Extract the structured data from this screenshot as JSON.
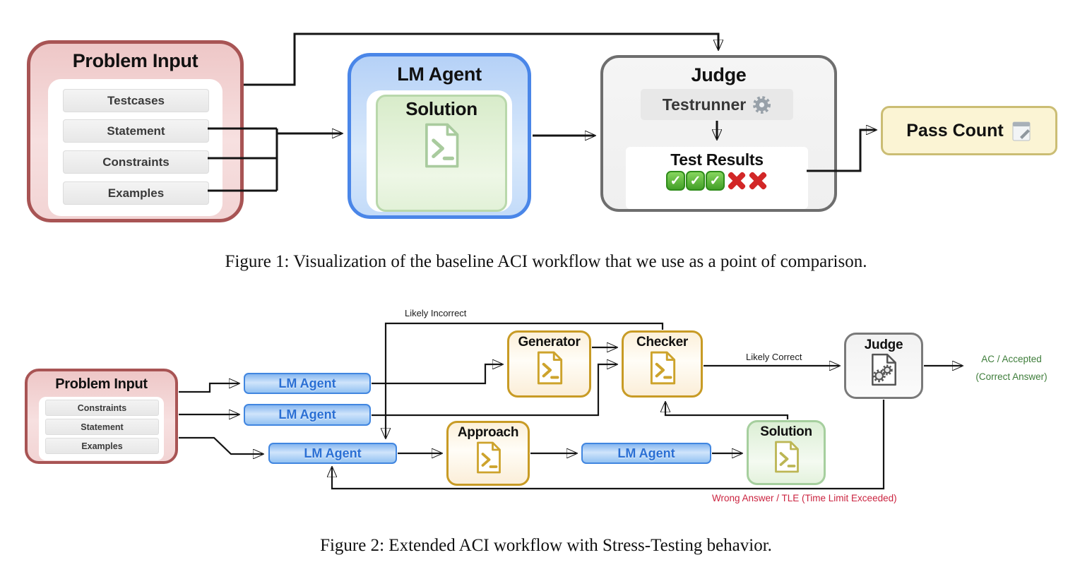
{
  "figure1": {
    "caption": "Figure 1: Visualization of the baseline ACI workflow that we use as a point of comparison.",
    "problem_input": {
      "title": "Problem Input",
      "items": [
        "Testcases",
        "Statement",
        "Constraints",
        "Examples"
      ]
    },
    "lm_agent": {
      "title": "LM Agent",
      "artifact": "Solution"
    },
    "judge": {
      "title": "Judge",
      "testrunner": "Testrunner",
      "test_results": "Test Results",
      "results": [
        "pass",
        "pass",
        "pass",
        "fail",
        "fail"
      ]
    },
    "pass_count": {
      "label": "Pass Count"
    }
  },
  "figure2": {
    "caption": "Figure 2: Extended ACI workflow with Stress-Testing behavior.",
    "problem_input": {
      "title": "Problem Input",
      "items": [
        "Constraints",
        "Statement",
        "Examples"
      ]
    },
    "lm_agent_label": "LM Agent",
    "generator": {
      "title": "Generator"
    },
    "checker": {
      "title": "Checker"
    },
    "approach": {
      "title": "Approach"
    },
    "solution": {
      "title": "Solution"
    },
    "judge": {
      "title": "Judge"
    },
    "labels": {
      "likely_incorrect": "Likely Incorrect",
      "likely_correct": "Likely Correct",
      "ac_accepted": "AC / Accepted",
      "correct_answer": "(Correct Answer)",
      "wrong_answer_tle": "Wrong Answer / TLE (Time Limit Exceeded)"
    }
  },
  "colors": {
    "problem_border": "#a85454",
    "lm_agent_border": "#4a86e8",
    "gold_border": "#c89b25",
    "green_border": "#a6cf9e",
    "judge_border": "#6e6e6e",
    "pass_green": "#43a028",
    "fail_red": "#d22727",
    "label_green": "#3e7d3a",
    "label_red": "#cb2440",
    "pass_count_bg": "#fbf4d4"
  }
}
